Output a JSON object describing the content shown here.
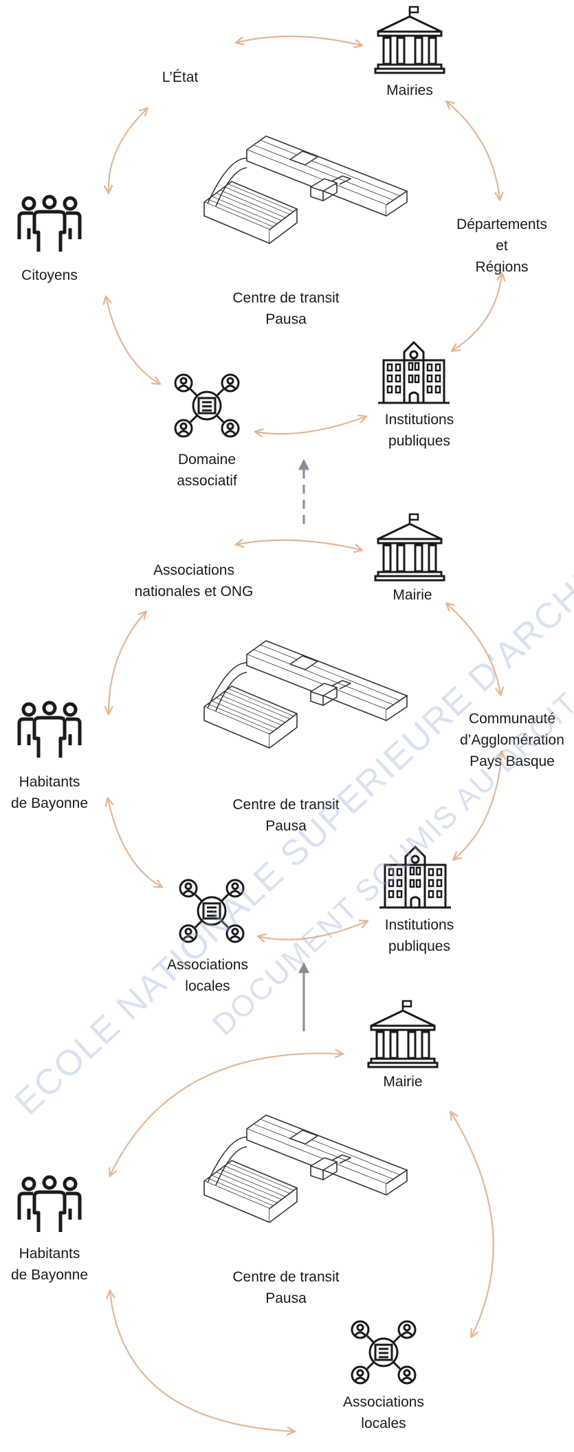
{
  "diagrams": [
    {
      "building": "Centre de transit\nPausa",
      "nodes": {
        "top_left": "L’État",
        "top_right": "Mairies",
        "right": "Départements et\nRégions",
        "left": "Citoyens",
        "bottom_right": "Institutions\npubliques",
        "bottom_left": "Domaine\nassociatif"
      }
    },
    {
      "building": "Centre de transit\nPausa",
      "nodes": {
        "top_left": "Associations\nnationales et ONG",
        "top_right": "Mairie",
        "right": "Communauté\nd’Agglomération\nPays Basque",
        "left": "Habitants\nde Bayonne",
        "bottom_right": "Institutions\npubliques",
        "bottom_left": "Associations\nlocales"
      }
    },
    {
      "building": "Centre de transit\nPausa",
      "nodes": {
        "top_right": "Mairie",
        "left": "Habitants\nde Bayonne",
        "bottom_right": "Associations\nlocales"
      }
    }
  ],
  "watermark": [
    "ECOLE NATIONALE SUPERIEURE D'ARCHITECTURE ET DE PAYSAGE DE BORDEAUX",
    "DOCUMENT SOUMIS AU DROIT D'AUTEUR"
  ],
  "colors": {
    "arrow": "#e3b796",
    "ink": "#1a1a1a",
    "flow_arrow": "#888c94",
    "watermark": "#a9b8df"
  }
}
